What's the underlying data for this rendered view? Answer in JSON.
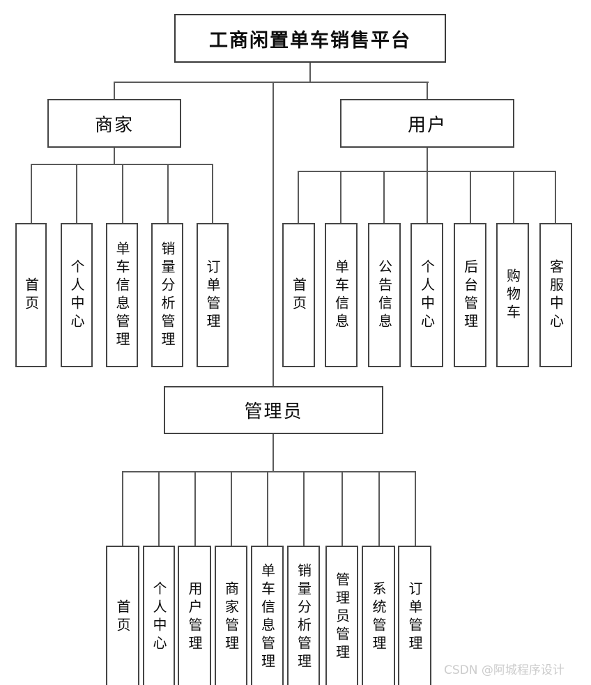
{
  "diagram": {
    "title": "工商闲置单车销售平台",
    "branches": [
      {
        "label": "商家",
        "children": [
          "首页",
          "个人中心",
          "单车信息管理",
          "销量分析管理",
          "订单管理"
        ]
      },
      {
        "label": "用户",
        "children": [
          "首页",
          "单车信息",
          "公告信息",
          "个人中心",
          "后台管理",
          "购物车",
          "客服中心"
        ]
      },
      {
        "label": "管理员",
        "children": [
          "首页",
          "个人中心",
          "用户管理",
          "商家管理",
          "单车信息管理",
          "销量分析管理",
          "管理员管理",
          "系统管理",
          "订单管理"
        ]
      }
    ]
  },
  "watermark": {
    "text": "CSDN @阿城程序设计"
  },
  "colors": {
    "background": "#ffffff",
    "box_border": "#454545",
    "connector": "#5a5a5a",
    "text": "#0d0d0d",
    "watermark": "#cccccc"
  }
}
